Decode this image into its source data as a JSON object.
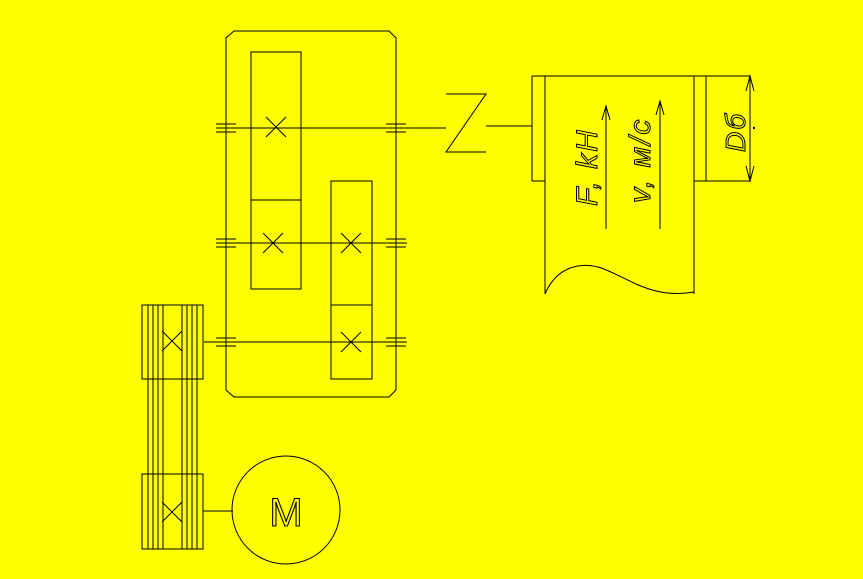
{
  "diagram": {
    "background": "#ffff00",
    "line_color": "#000000",
    "motor": {
      "label": "M"
    },
    "drum": {
      "force_label": "F, kH",
      "speed_label": "v, м/с",
      "diameter_label": "Dб"
    }
  }
}
